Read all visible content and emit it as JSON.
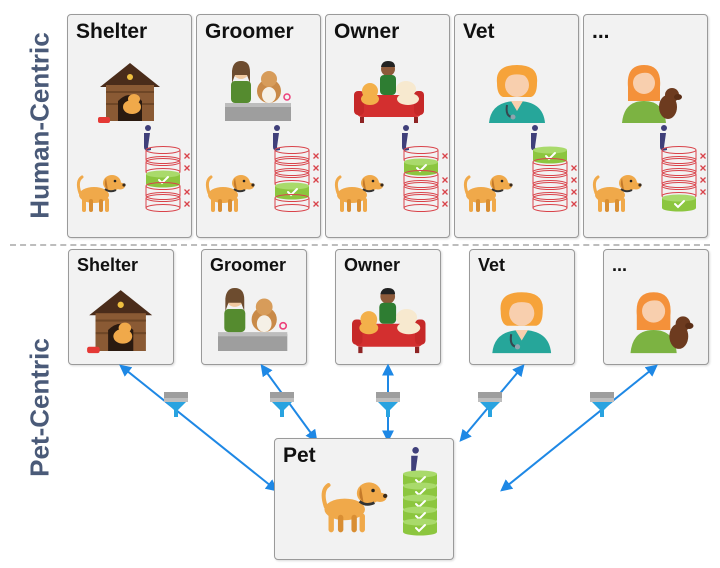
{
  "labels": {
    "human_centric": "Human-Centric",
    "pet_centric": "Pet-Centric"
  },
  "human_boxes": [
    {
      "title": "Shelter",
      "figure": "dog-house-icon",
      "records_filled": [
        2
      ]
    },
    {
      "title": "Groomer",
      "figure": "groomer-icon",
      "records_filled": [
        3
      ]
    },
    {
      "title": "Owner",
      "figure": "owner-icon",
      "records_filled": [
        1
      ]
    },
    {
      "title": "Vet",
      "figure": "vet-icon",
      "records_filled": [
        0
      ]
    },
    {
      "title": "...",
      "figure": "person-with-dog-icon",
      "records_filled": [
        4
      ]
    }
  ],
  "pet_boxes": [
    {
      "title": "Shelter",
      "figure": "dog-house-icon"
    },
    {
      "title": "Groomer",
      "figure": "groomer-icon"
    },
    {
      "title": "Owner",
      "figure": "owner-icon"
    },
    {
      "title": "Vet",
      "figure": "vet-icon"
    },
    {
      "title": "...",
      "figure": "person-with-dog-icon"
    }
  ],
  "pet": {
    "title": "Pet",
    "records": 5
  },
  "icons": {
    "info": "info-icon",
    "database": "database-icon",
    "filter": "filter-funnel-icon",
    "dog": "dog-icon",
    "cross": "cross-mark-icon",
    "check": "check-mark-icon"
  },
  "colors": {
    "label": "#4a5a78",
    "db_filled": "#8cc63f",
    "db_outline": "#d9434a",
    "arrow": "#1e88e5",
    "filter": "#29a3e0",
    "dog": "#f0a94a"
  }
}
